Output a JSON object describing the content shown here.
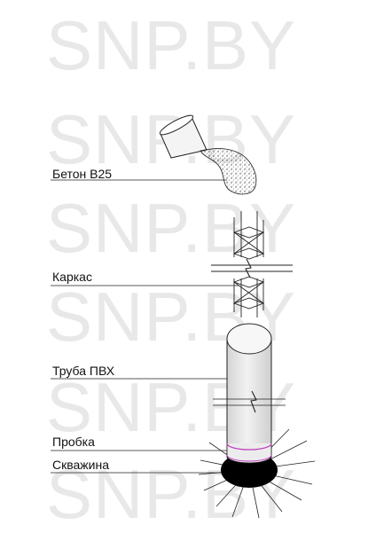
{
  "watermark": "SNP.BY",
  "labels": {
    "concrete": "Бетон B25",
    "frame": "Каркас",
    "pipe": "Труба ПВХ",
    "plug": "Пробка",
    "well": "Скважина"
  },
  "colors": {
    "watermark": "#e8e8e8",
    "line": "#222222",
    "pipe_fill": "#e6e6e6",
    "plug_ring": "#c040c0",
    "well_fill": "#000000"
  }
}
